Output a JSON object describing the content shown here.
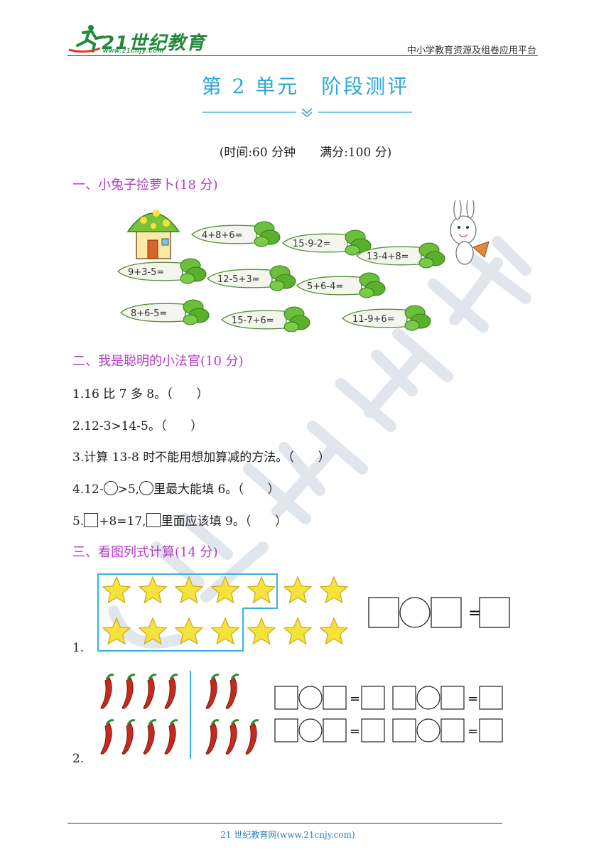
{
  "header": {
    "logo_main": "21世纪教育",
    "logo_sub": "www.21cnjy.com",
    "right_text": "中小学教育资源及组卷应用平台"
  },
  "title": "第 2 单元　阶段测评",
  "time_info": "(时间:60 分钟　　满分:100 分)",
  "section1": {
    "heading": "一、小兔子捡萝卜(18 分)",
    "radishes": [
      "4+8+6=",
      "15-9-2=",
      "13-4+8=",
      "9+3-5=",
      "12-5+3=",
      "5+6-4=",
      "8+6-5=",
      "15-7+6=",
      "11-9+6="
    ]
  },
  "section2": {
    "heading": "二、我是聪明的小法官(10 分)",
    "q1": "1.16 比 7 多 8。（　　）",
    "q2": "2.12-3>14-5。（　　）",
    "q3": "3.计算 13-8 时不能用想加算减的方法。（　　）",
    "q4_a": "4.12-",
    "q4_b": ">5,",
    "q4_c": "里最大能填 6。（　　）",
    "q5_a": "5.",
    "q5_b": "+8=17,",
    "q5_c": "里面应该填 9。（　　）"
  },
  "section3": {
    "heading": "三、看图列式计算(14 分)",
    "q1_num": "1.",
    "q2_num": "2.",
    "equals": "="
  },
  "footer": "21 世纪教育网(www.21cnjy.com)",
  "colors": {
    "accent": "#2aa6d6",
    "section": "#b23cc4",
    "star": "#f5e23a",
    "pepper": "#c62a1e"
  }
}
